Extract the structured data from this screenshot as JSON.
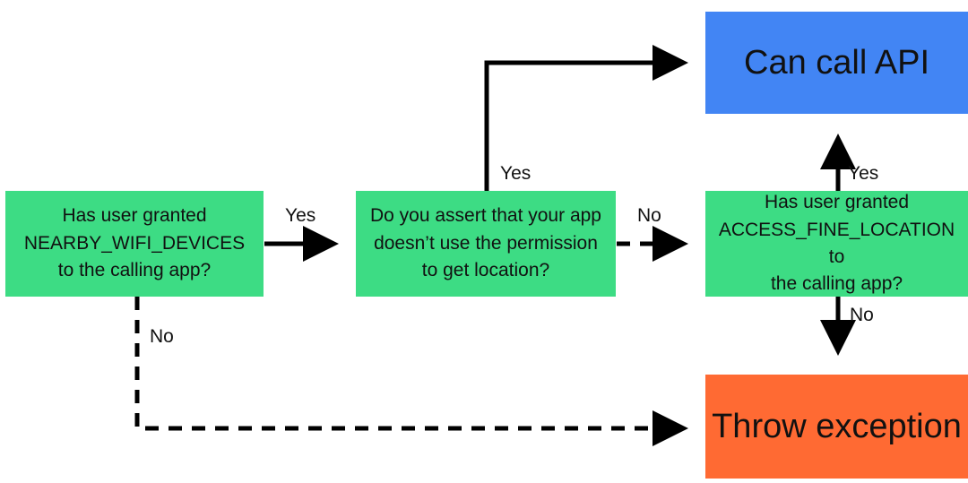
{
  "nodes": {
    "q_nearby": {
      "lines": [
        "Has user granted",
        "NEARBY_WIFI_DEVICES",
        "to the calling app?"
      ],
      "color": "#3ddc84"
    },
    "q_assert": {
      "lines": [
        "Do you assert that your app",
        "doesn’t use the permission",
        "to get location?"
      ],
      "color": "#3ddc84"
    },
    "q_fine": {
      "lines": [
        "Has user granted",
        "ACCESS_FINE_LOCATION to",
        "the calling app?"
      ],
      "color": "#3ddc84"
    },
    "can_call": {
      "text": "Can call API",
      "color": "#4285f4"
    },
    "throw": {
      "text": "Throw exception",
      "color": "#ff6a33"
    }
  },
  "edges": {
    "nearby_yes": "Yes",
    "nearby_no": "No",
    "assert_yes": "Yes",
    "assert_no": "No",
    "fine_yes": "Yes",
    "fine_no": "No"
  }
}
